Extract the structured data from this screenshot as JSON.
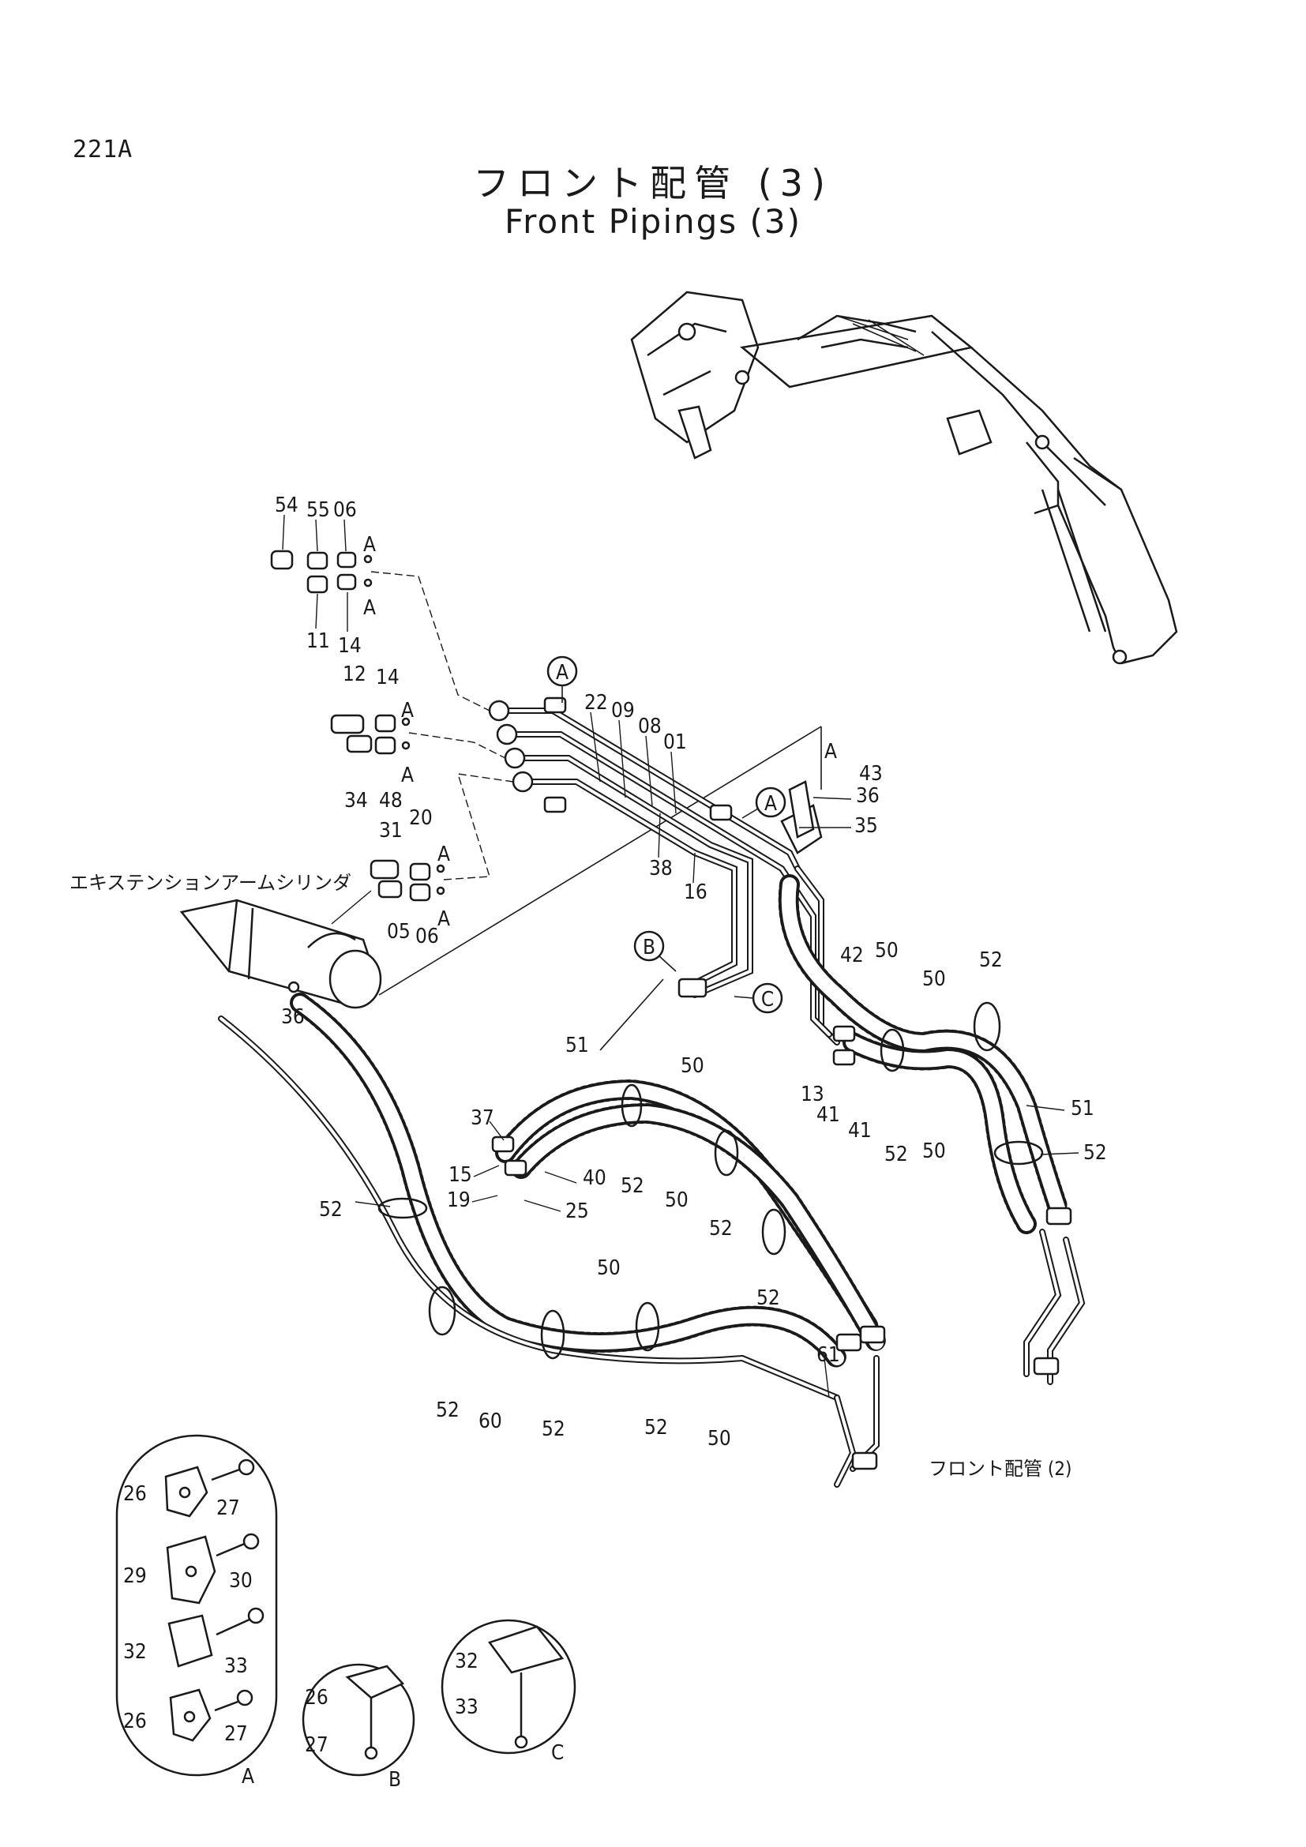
{
  "page": {
    "code": "221A",
    "title_jp": "フロント配管 (3)",
    "title_en": "Front Pipings (3)"
  },
  "notes": {
    "extension_cylinder": "エキステンションアームシリンダ",
    "front_piping_2": "フロント配管 (2)"
  },
  "callouts": {
    "view_a": "A",
    "view_b": "B",
    "view_c": "C"
  },
  "part_numbers": {
    "p54": "54",
    "p55": "55",
    "p06a": "06",
    "p11": "11",
    "p14a": "14",
    "p12": "12",
    "p14b": "14",
    "p34": "34",
    "p48": "48",
    "p31": "31",
    "p20": "20",
    "p05": "05",
    "p06b": "06",
    "p22": "22",
    "p09": "09",
    "p08": "08",
    "p01": "01",
    "p43": "43",
    "p36a": "36",
    "p35": "35",
    "p38": "38",
    "p16": "16",
    "p36b": "36",
    "p42": "42",
    "p50a": "50",
    "p52a": "52",
    "p50b": "50",
    "p13": "13",
    "p41a": "41",
    "p41b": "41",
    "p52b": "52",
    "p50c": "50",
    "p51a": "51",
    "p52c": "52",
    "p51b": "51",
    "p50d": "50",
    "p37": "37",
    "p15": "15",
    "p19": "19",
    "p40": "40",
    "p25": "25",
    "p52d": "52",
    "p50e": "50",
    "p52e": "52",
    "p52f": "52",
    "p52g": "52",
    "p50f": "50",
    "p52h": "52",
    "p60": "60",
    "p52i": "52",
    "p52j": "52",
    "p50g": "50",
    "p61": "61",
    "p26a": "26",
    "p27a": "27",
    "p29": "29",
    "p30": "30",
    "p32a": "32",
    "p33a": "33",
    "p26b": "26",
    "p27b": "27",
    "p26c": "26",
    "p27c": "27",
    "p32b": "32",
    "p33b": "33"
  },
  "detail_labels": {
    "a": "A",
    "b": "B",
    "c": "C"
  },
  "fitting_marks": {
    "a": "A"
  }
}
